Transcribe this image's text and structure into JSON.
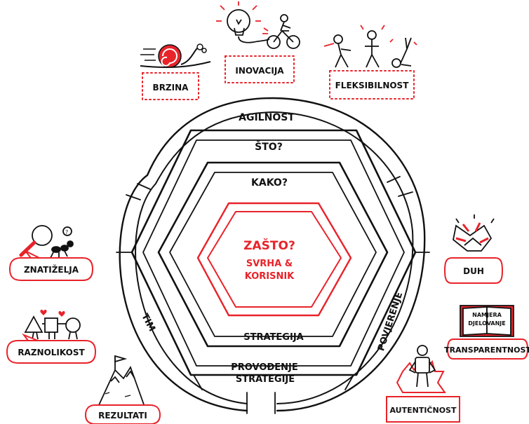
{
  "diagram": {
    "rings": {
      "outer_label": "AGILNOST",
      "what_label": "ŠTO?",
      "how_label": "KAKO?",
      "strategy_label": "STRATEGIJA",
      "execution_label_line1": "PROVOĐENJE",
      "execution_label_line2": "STRATEGIJE",
      "team_label": "TIM",
      "trust_label": "POVJERENJE"
    },
    "core": {
      "title": "ZAŠTO?",
      "subtitle_line1": "SVRHA &",
      "subtitle_line2": "KORISNIK"
    },
    "top_items": [
      {
        "label": "BRZINA",
        "icon": "snail-icon"
      },
      {
        "label": "INOVACIJA",
        "icon": "lightbulb-bicycle-icon"
      },
      {
        "label": "FLEKSIBILNOST",
        "icon": "yoga-figures-icon"
      }
    ],
    "left_items": [
      {
        "label": "ZNATIŽELJA",
        "icon": "magnifier-ant-icon"
      },
      {
        "label": "RAZNOLIKOST",
        "icon": "shapes-people-icon"
      },
      {
        "label": "REZULTATI",
        "icon": "mountain-flag-icon"
      }
    ],
    "right_items": [
      {
        "label": "DUH",
        "icon": "stacked-hands-icon"
      },
      {
        "label": "TRANSPARENTNOST",
        "icon": "open-book-icon",
        "book_text_line1": "NAMJERA",
        "book_text_line2": "DJELOVANJE"
      },
      {
        "label": "AUTENTIČNOST",
        "icon": "confident-person-icon"
      }
    ],
    "colors": {
      "accent": "#e8232a",
      "ink": "#111111"
    }
  }
}
